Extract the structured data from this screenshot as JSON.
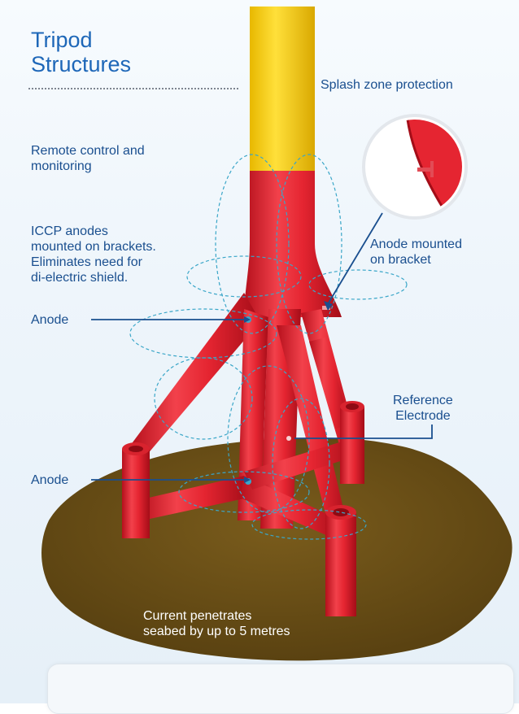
{
  "title": "Tripod\nStructures",
  "labels": {
    "splash": "Splash zone protection",
    "remote": "Remote control and\nmonitoring",
    "iccp": "ICCP anodes\nmounted on brackets.\nEliminates need for\ndi-electric shield.",
    "anode_upper": "Anode",
    "anode_mounted": "Anode mounted\non bracket",
    "reference": "Reference\nElectrode",
    "anode_lower": "Anode",
    "current": "Current penetrates\nseabed by up to 5 metres"
  },
  "colors": {
    "structure": "#e52531",
    "splash_zone": "#f7d117",
    "seabed": "#6b5017",
    "text": "#1a4f8f",
    "title": "#1e67b8",
    "field_lines": "#3aa6c8"
  }
}
